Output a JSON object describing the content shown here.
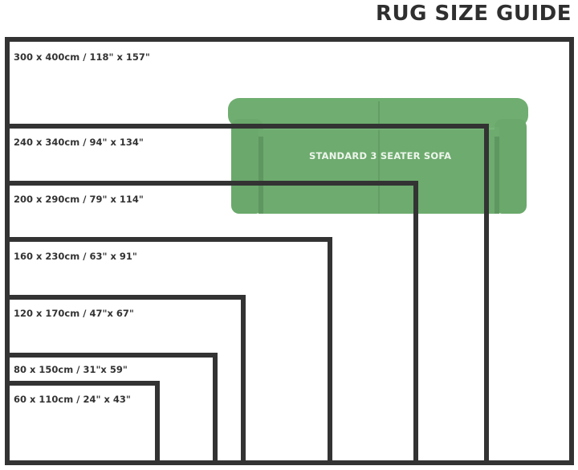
{
  "title": "RUG SIZE GUIDE",
  "sofa": {
    "label": "STANDARD 3 SEATER SOFA",
    "color": "#6aa86c"
  },
  "line_color": "#333333",
  "rugs": [
    {
      "label": "300 x 400cm / 118\" x 157\"",
      "cm": [
        300,
        400
      ],
      "in": [
        118,
        157
      ]
    },
    {
      "label": "240 x 340cm / 94\" x 134\"",
      "cm": [
        240,
        340
      ],
      "in": [
        94,
        134
      ]
    },
    {
      "label": "200 x 290cm / 79\" x 114\"",
      "cm": [
        200,
        290
      ],
      "in": [
        79,
        114
      ]
    },
    {
      "label": "160 x 230cm / 63\" x 91\"",
      "cm": [
        160,
        230
      ],
      "in": [
        63,
        91
      ]
    },
    {
      "label": "120 x 170cm / 47\"x 67\"",
      "cm": [
        120,
        170
      ],
      "in": [
        47,
        67
      ]
    },
    {
      "label": "80 x 150cm / 31\"x 59\"",
      "cm": [
        80,
        150
      ],
      "in": [
        31,
        59
      ]
    },
    {
      "label": "60 x 110cm / 24\" x 43\"",
      "cm": [
        60,
        110
      ],
      "in": [
        24,
        43
      ]
    }
  ]
}
